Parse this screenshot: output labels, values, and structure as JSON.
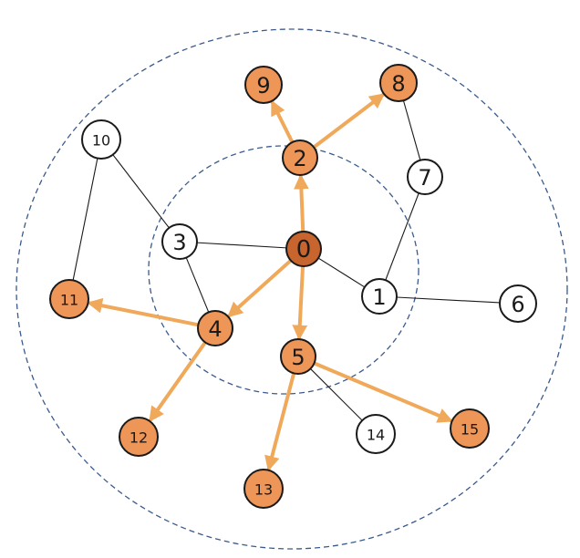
{
  "colors": {
    "root_fill": "#c8642e",
    "visited_fill": "#ee9558",
    "unvisited_fill": "#ffffff",
    "tree_edge": "#f0a95a",
    "plain_edge": "#1a1a1a",
    "ring": "#3a5a8c"
  },
  "nodes": [
    {
      "id": "n0",
      "label": "0",
      "state": "root"
    },
    {
      "id": "n1",
      "label": "1",
      "state": "unvisited"
    },
    {
      "id": "n2",
      "label": "2",
      "state": "visited"
    },
    {
      "id": "n3",
      "label": "3",
      "state": "unvisited"
    },
    {
      "id": "n4",
      "label": "4",
      "state": "visited"
    },
    {
      "id": "n5",
      "label": "5",
      "state": "visited"
    },
    {
      "id": "n6",
      "label": "6",
      "state": "unvisited"
    },
    {
      "id": "n7",
      "label": "7",
      "state": "unvisited"
    },
    {
      "id": "n8",
      "label": "8",
      "state": "visited"
    },
    {
      "id": "n9",
      "label": "9",
      "state": "visited"
    },
    {
      "id": "n10",
      "label": "10",
      "state": "unvisited"
    },
    {
      "id": "n11",
      "label": "11",
      "state": "visited"
    },
    {
      "id": "n12",
      "label": "12",
      "state": "visited"
    },
    {
      "id": "n13",
      "label": "13",
      "state": "visited"
    },
    {
      "id": "n14",
      "label": "14",
      "state": "unvisited"
    },
    {
      "id": "n15",
      "label": "15",
      "state": "visited"
    }
  ],
  "edges": [
    {
      "from": "n0",
      "to": "n3",
      "type": "plain"
    },
    {
      "from": "n0",
      "to": "n1",
      "type": "plain"
    },
    {
      "from": "n1",
      "to": "n7",
      "type": "plain"
    },
    {
      "from": "n1",
      "to": "n6",
      "type": "plain"
    },
    {
      "from": "n7",
      "to": "n8",
      "type": "plain"
    },
    {
      "from": "n3",
      "to": "n10",
      "type": "plain"
    },
    {
      "from": "n10",
      "to": "n11",
      "type": "plain"
    },
    {
      "from": "n3",
      "to": "n4",
      "type": "plain"
    },
    {
      "from": "n5",
      "to": "n14",
      "type": "plain"
    },
    {
      "from": "n0",
      "to": "n2",
      "type": "tree"
    },
    {
      "from": "n0",
      "to": "n4",
      "type": "tree"
    },
    {
      "from": "n0",
      "to": "n5",
      "type": "tree"
    },
    {
      "from": "n2",
      "to": "n9",
      "type": "tree"
    },
    {
      "from": "n2",
      "to": "n8",
      "type": "tree"
    },
    {
      "from": "n4",
      "to": "n11",
      "type": "tree"
    },
    {
      "from": "n4",
      "to": "n12",
      "type": "tree"
    },
    {
      "from": "n5",
      "to": "n13",
      "type": "tree"
    },
    {
      "from": "n5",
      "to": "n15",
      "type": "tree"
    }
  ]
}
